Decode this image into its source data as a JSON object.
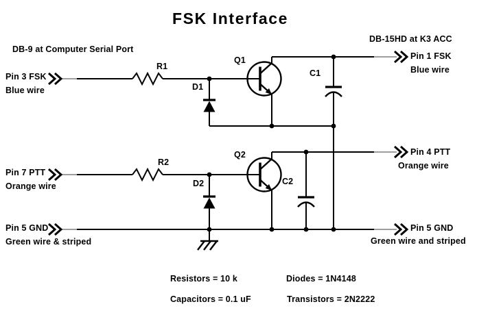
{
  "title": "FSK Interface",
  "headers": {
    "left": "DB-9 at Computer Serial Port",
    "right": "DB-15HD at K3 ACC"
  },
  "inputs": [
    {
      "pin": "Pin 3 FSK",
      "wire": "Blue wire"
    },
    {
      "pin": "Pin 7 PTT",
      "wire": "Orange wire"
    },
    {
      "pin": "Pin 5 GND",
      "wire": "Green wire & striped"
    }
  ],
  "outputs": [
    {
      "pin": "Pin 1 FSK",
      "wire": "Blue wire"
    },
    {
      "pin": "Pin 4 PTT",
      "wire": "Orange wire"
    },
    {
      "pin": "Pin 5 GND",
      "wire": "Green wire and striped"
    }
  ],
  "components": {
    "r1": "R1",
    "r2": "R2",
    "d1": "D1",
    "d2": "D2",
    "q1": "Q1",
    "q2": "Q2",
    "c1": "C1",
    "c2": "C2"
  },
  "notes": {
    "resistors": "Resistors = 10 k",
    "capacitors": "Capacitors = 0.1 uF",
    "diodes": "Diodes = 1N4148",
    "transistors": "Transistors = 2N2222"
  },
  "colors": {
    "line": "#000000",
    "connector_lead": "#7d7d7d",
    "background": "#ffffff",
    "text": "#000000"
  }
}
